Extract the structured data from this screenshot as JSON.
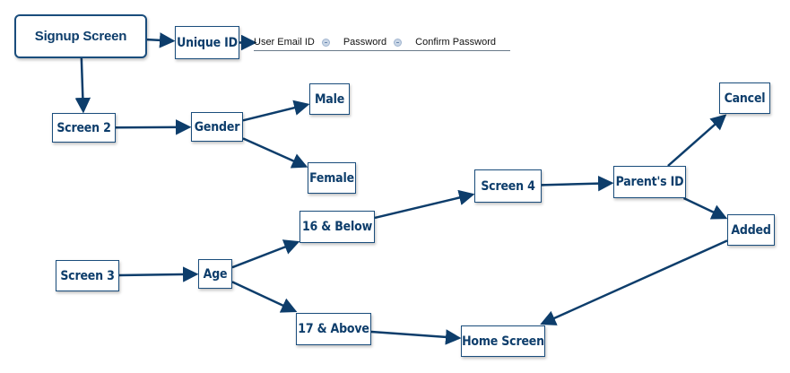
{
  "nodes": {
    "signup": "Signup Screen",
    "unique_id": "Unique ID",
    "screen2": "Screen 2",
    "gender": "Gender",
    "male": "Male",
    "female": "Female",
    "screen3": "Screen 3",
    "age": "Age",
    "below16": "16 & Below",
    "above17": "17 & Above",
    "screen4": "Screen 4",
    "parents_id": "Parent's ID",
    "cancel": "Cancel",
    "added": "Added",
    "home": "Home Screen"
  },
  "fields": {
    "email": "User Email ID",
    "password": "Password",
    "confirm": "Confirm Password",
    "separator_icon": "minus-circle-icon"
  },
  "edges": [
    [
      "signup",
      "unique_id"
    ],
    [
      "unique_id",
      "fields"
    ],
    [
      "signup",
      "screen2"
    ],
    [
      "screen2",
      "gender"
    ],
    [
      "gender",
      "male"
    ],
    [
      "gender",
      "female"
    ],
    [
      "screen3",
      "age"
    ],
    [
      "age",
      "below16"
    ],
    [
      "age",
      "above17"
    ],
    [
      "below16",
      "screen4"
    ],
    [
      "screen4",
      "parents_id"
    ],
    [
      "parents_id",
      "cancel"
    ],
    [
      "parents_id",
      "added"
    ],
    [
      "added",
      "home"
    ],
    [
      "above17",
      "home"
    ]
  ],
  "colors": {
    "edge": "#0d3d6b",
    "node_border": "#1a4d7c",
    "node_text": "#0d3d6b"
  }
}
